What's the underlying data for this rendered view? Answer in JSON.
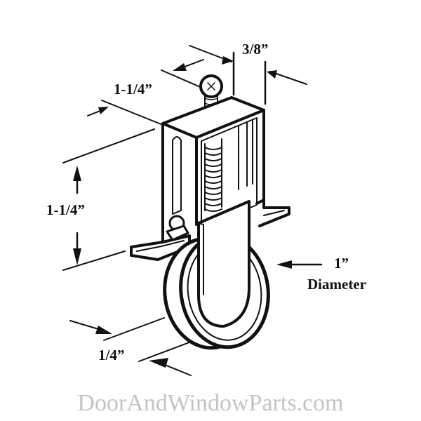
{
  "diagram": {
    "subject": "Sliding screen door roller assembly",
    "dimensions": {
      "top_width": "3/8”",
      "top_depth": "1-1/4”",
      "height": "1-1/4”",
      "wheel_diameter_value": "1”",
      "wheel_diameter_label": "Diameter",
      "wheel_width": "1/4”"
    },
    "colors": {
      "line": "#111111",
      "background": "#ffffff",
      "watermark": "#c4c4c4"
    }
  },
  "watermark": "DoorAndWindowParts.com"
}
